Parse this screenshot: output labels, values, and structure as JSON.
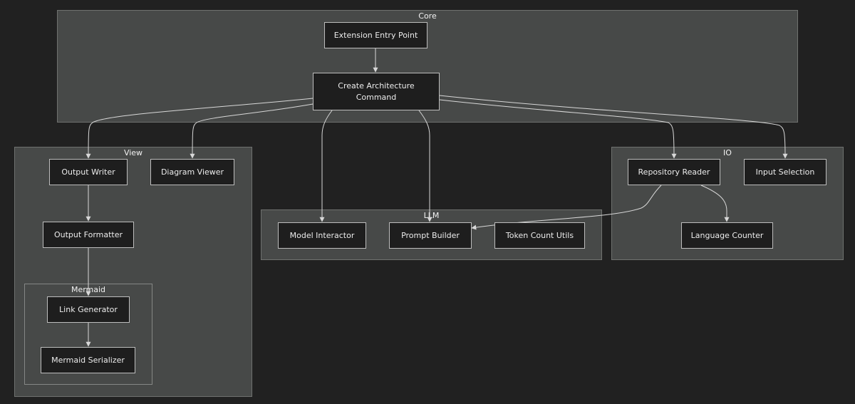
{
  "clusters": {
    "core": "Core",
    "view": "View",
    "io": "IO",
    "llm": "LLM",
    "mermaid": "Mermaid"
  },
  "nodes": {
    "extension_entry": "Extension Entry Point",
    "create_arch": "Create Architecture\nCommand",
    "output_writer": "Output Writer",
    "diagram_viewer": "Diagram Viewer",
    "output_formatter": "Output Formatter",
    "link_generator": "Link Generator",
    "mermaid_serializer": "Mermaid Serializer",
    "model_interactor": "Model Interactor",
    "prompt_builder": "Prompt Builder",
    "token_count": "Token Count Utils",
    "repo_reader": "Repository Reader",
    "input_selection": "Input Selection",
    "language_counter": "Language Counter"
  },
  "colors": {
    "background": "#212121",
    "cluster_fill": "#474948",
    "node_fill": "#1e1e1e",
    "edge": "#d8d8d8"
  }
}
